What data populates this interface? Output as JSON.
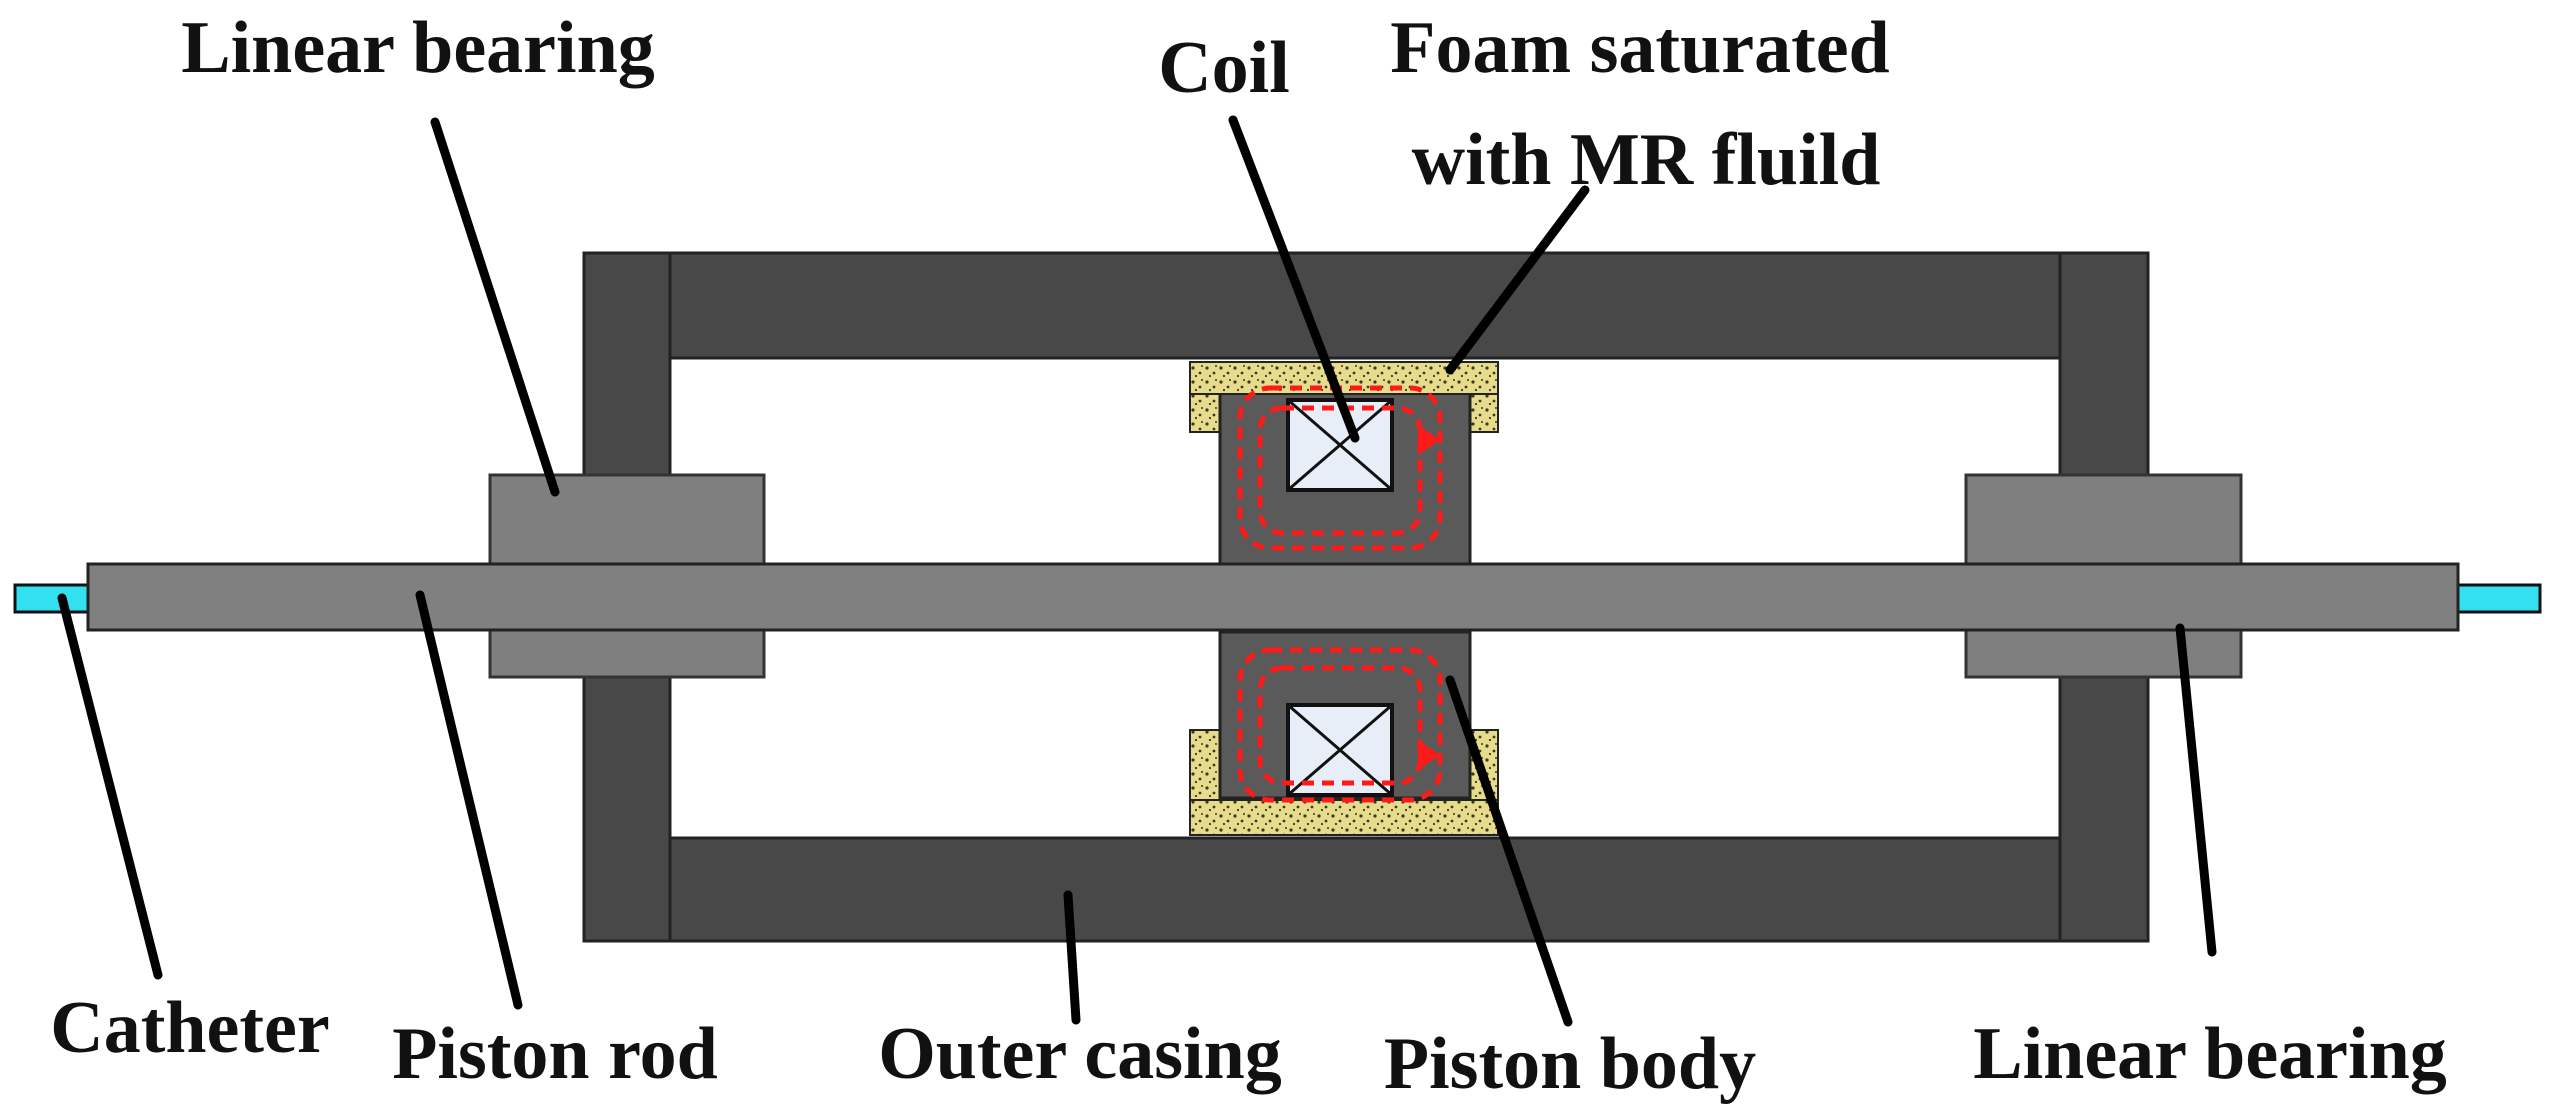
{
  "labels": {
    "linear_bearing_left": "Linear bearing",
    "coil": "Coil",
    "foam_line1": "Foam saturated",
    "foam_line2": "with MR fluild",
    "catheter": "Catheter",
    "piston_rod": "Piston rod",
    "outer_casing": "Outer casing",
    "piston_body": "Piston body",
    "linear_bearing_right": "Linear bearing"
  },
  "colors": {
    "casing": "#484848",
    "bearing": "#7f7f7f",
    "rod": "#808080",
    "catheter": "#33e0f0",
    "piston": "#5a5a5a",
    "foam": "#e6dc8c",
    "field_lines": "#ff1a1a",
    "coil_fill": "#e8eef8",
    "leader": "#000000"
  }
}
